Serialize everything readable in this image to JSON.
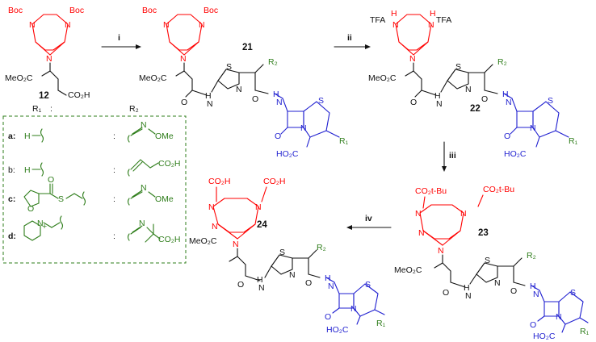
{
  "compounds": {
    "c12": "12",
    "c21": "21",
    "c22": "22",
    "c23": "23",
    "c24": "24"
  },
  "steps": {
    "s1": "i",
    "s2": "ii",
    "s3": "iii",
    "s4": "iv"
  },
  "groups": {
    "boc": "Boc",
    "tfa": "TFA",
    "h": "H",
    "n": "N",
    "s": "S",
    "o": "O",
    "meo2c": "MeO₂C",
    "co2h": "CO₂H",
    "ho2c": "HO₂C",
    "co2tbu": "CO₂t-Bu",
    "r1": "R₁",
    "r2": "R₂",
    "colon": ":"
  },
  "legend": {
    "header_r1": "R₁",
    "header_r2": "R₂",
    "rows": [
      {
        "key": "a:",
        "r1": "H",
        "r2_atom": "N",
        "r2_tail": "OMe"
      },
      {
        "key": "b:",
        "r1": "H",
        "r2_tail": "CO₂H"
      },
      {
        "key": "c:",
        "r1_atom": "S",
        "r1_o": "O",
        "r1_ring_o": "O",
        "r2_atom": "N",
        "r2_tail": "OMe"
      },
      {
        "key": "d:",
        "r1_atom": "N",
        "r1_plus": "+",
        "r2_atom": "N",
        "r2_tail": "CO₂H"
      }
    ]
  },
  "colors": {
    "macrocycle": "#ff0000",
    "cephem": "#1f1fd0",
    "substituent": "#2e7d1a",
    "text": "#111111"
  }
}
